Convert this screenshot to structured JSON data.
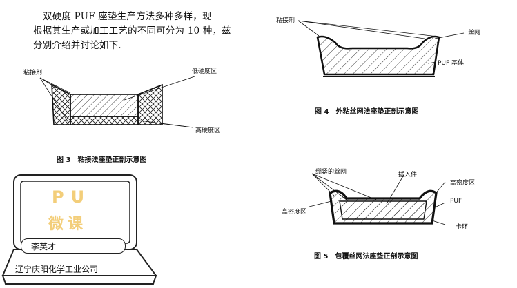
{
  "intro": {
    "line1": "双硬度 PUF 座垫生产方法多种多样，现",
    "line2": "根据其生产或加工工艺的不同可分为 10 种，兹",
    "line3": "分别介绍并讨论如下."
  },
  "fig3": {
    "caption": "图 3　粘接法座垫正剖示意图",
    "label_adhesive": "粘接剂",
    "label_low_hardness": "低硬度区",
    "label_high_hardness": "高硬度区"
  },
  "fig4": {
    "caption": "图 4　外粘丝网法座垫正剖示意图",
    "label_adhesive": "粘接剂",
    "label_mesh": "丝网",
    "label_substrate": "PUF 基体"
  },
  "fig5": {
    "caption": "图 5　包覆丝网法座垫正剖示意图",
    "label_tight_mesh": "绷紧的丝网",
    "label_insert": "插入件",
    "label_high_density_right": "高密度区",
    "label_high_density_left": "高密度区",
    "label_puf": "PUF",
    "label_clip": "卡环"
  },
  "watermark": {
    "logo_text_1": "PU",
    "logo_text_2": "微课",
    "name_field": "李英才",
    "company": "辽宁庆阳化学工业公司"
  }
}
